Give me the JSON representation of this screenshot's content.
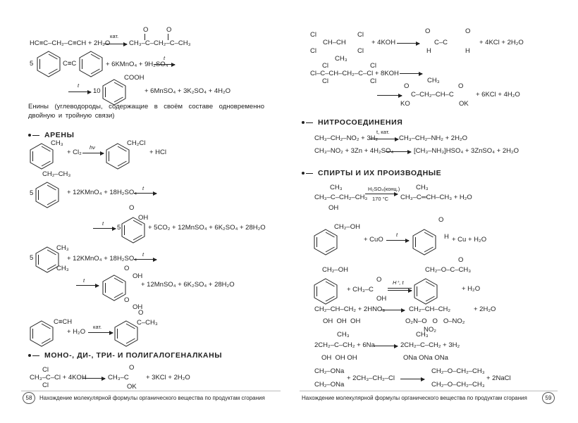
{
  "left": {
    "eq1": {
      "reactants": "HC≡C–CH₂–C≡CH + 2H₂O",
      "cond": "кат.",
      "o1": "O",
      "o2": "O",
      "product": "CH₃–C–CH₂–C–CH₃"
    },
    "eq2": {
      "coef": "5",
      "bridge": "C≡C",
      "rest": "+ 6KMnO₄ + 9H₂SO₄",
      "cond": "t"
    },
    "eq3": {
      "cond": "t",
      "coef": "10",
      "cooh": "COOH",
      "rest": "+ 6MnSO₄ + 3K₂SO₄ + 4H₂O"
    },
    "enyne_note": "Енины (углеводороды, содержащие в своём составе одновременно двойную и тройную связи)",
    "arenes_heading": "АРЕНЫ",
    "eq4": {
      "ch3": "CH₃",
      "cl2": "+ Cl₂",
      "cond": "hν",
      "ch2cl": "CH₂Cl",
      "rest": "+ HCl"
    },
    "eq5": {
      "coef": "5",
      "ethyl": "CH₂–CH₃",
      "rest": "+ 12KMnO₄ + 18H₂SO₄",
      "cond": "t"
    },
    "eq6": {
      "cond": "t",
      "coef": "5",
      "o": "O",
      "oh": "OH",
      "rest": "+ 5CO₂ + 12MnSO₄ + 6K₂SO₄ + 28H₂O"
    },
    "eq7": {
      "coef": "5",
      "ch3a": "CH₃",
      "ch3b": "CH₃",
      "rest": "+ 12KMnO₄ + 18H₂SO₄",
      "cond": "t"
    },
    "eq8": {
      "cond": "t",
      "o1": "O",
      "oh1": "OH",
      "o2": "O",
      "oh2": "OH",
      "rest": "+ 12MnSO₄ + 6K₂SO₄ + 28H₂O"
    },
    "eq9": {
      "cch": "C≡CH",
      "h2o": "+ H₂O",
      "cond": "кат.",
      "o": "O",
      "cch3": "C–CH₃"
    },
    "halo_heading": "МОНО-, ДИ-, ТРИ- И ПОЛИГАЛОГЕНАЛКАНЫ",
    "eq10": {
      "cl_top": "Cl",
      "main": "CH₃–C–Cl + 4KOH",
      "cl_bot": "Cl",
      "o": "O",
      "prod": "CH₃–C",
      "ok": "OK",
      "rest": "+ 3KCl + 2H₂O"
    },
    "page_number": "58",
    "footer": "Нахождение молекулярной формулы органического вещества по продуктам сгорания"
  },
  "right": {
    "eq1": {
      "cl1": "Cl",
      "cl2": "Cl",
      "mid": "CH–CH",
      "cl3": "Cl",
      "cl4": "Cl",
      "koh": "+ 4KOH",
      "o1": "O",
      "o2": "O",
      "prod": "C–C",
      "h1": "H",
      "h2": "H",
      "rest": "+ 4KCl + 2H₂O"
    },
    "eq2": {
      "ch3": "CH₃",
      "cl1": "Cl",
      "cl2": "Cl",
      "main": "Cl–C–CH–CH₂–C–Cl + 8KOH",
      "cl3": "Cl",
      "cl4": "Cl"
    },
    "eq3": {
      "ch3": "CH₃",
      "o1": "O",
      "o2": "O",
      "main": "C–CH₂–CH–C",
      "ko": "KO",
      "ok": "OK",
      "rest": "+ 6KCl + 4H₂O"
    },
    "nitro_heading": "НИТРОСОЕДИНЕНИЯ",
    "eq4": {
      "left": "CH₃–CH₂–NO₂ + 3H₂",
      "cond": "t, кат.",
      "right": "CH₃–CH₂–NH₂ + 2H₂O"
    },
    "eq5": {
      "left": "CH₃–NO₂ + 3Zn + 4H₂SO₄",
      "right": "[CH₃–NH₃]HSO₄ + 3ZnSO₄ + 2H₂O"
    },
    "alc_heading": "СПИРТЫ И ИХ ПРОИЗВОДНЫЕ",
    "eq6": {
      "ch3": "CH₃",
      "main": "CH₃–C–CH₂–CH₃",
      "oh": "OH",
      "cond_top": "H₂SO₄(конц.)",
      "cond_bot": "170 °C",
      "ch3b": "CH₃",
      "prod": "CH₃–C═CH–CH₃ + H₂O"
    },
    "eq7": {
      "ch2oh": "CH₂–OH",
      "cuo": "+ CuO",
      "cond": "t",
      "o": "O",
      "h": "H",
      "rest": "+ Cu + H₂O"
    },
    "eq8": {
      "ch2oh": "CH₂–OH",
      "acid": "+ CH₃–C",
      "o": "O",
      "oh": "OH",
      "cond": "H⁺, t",
      "o2": "O",
      "ester": "CH₂–O–C–CH₃",
      "rest": "+ H₂O"
    },
    "eq9": {
      "main": "CH₂–CH–CH₂ + 2HNO₃",
      "ohs": "OH  OH  OH",
      "prod": "CH₂–CH–CH₂",
      "subs": "O₂N–O   O   O–NO₂",
      "no2": "NO₂",
      "rest": "+ 2H₂O"
    },
    "eq10": {
      "ch3": "CH₃",
      "main": "2CH₂–C–CH₂ + 6Na",
      "ohs": "OH  OH OH",
      "ch3b": "CH₃",
      "prod": "2CH₂–C–CH₂ + 3H₂",
      "onas": "ONa ONa ONa"
    },
    "eq11": {
      "a1": "CH₂–ONa",
      "a2": "CH₂–ONa",
      "mid": "+ 2CH₃–CH₂–Cl",
      "p1": "CH₂–O–CH₂–CH₃",
      "p2": "CH₂–O–CH₂–CH₃",
      "rest": "+ 2NaCl"
    },
    "page_number": "59",
    "footer": "Нахождение молекулярной формулы органического вещества по продуктам сгорания"
  }
}
